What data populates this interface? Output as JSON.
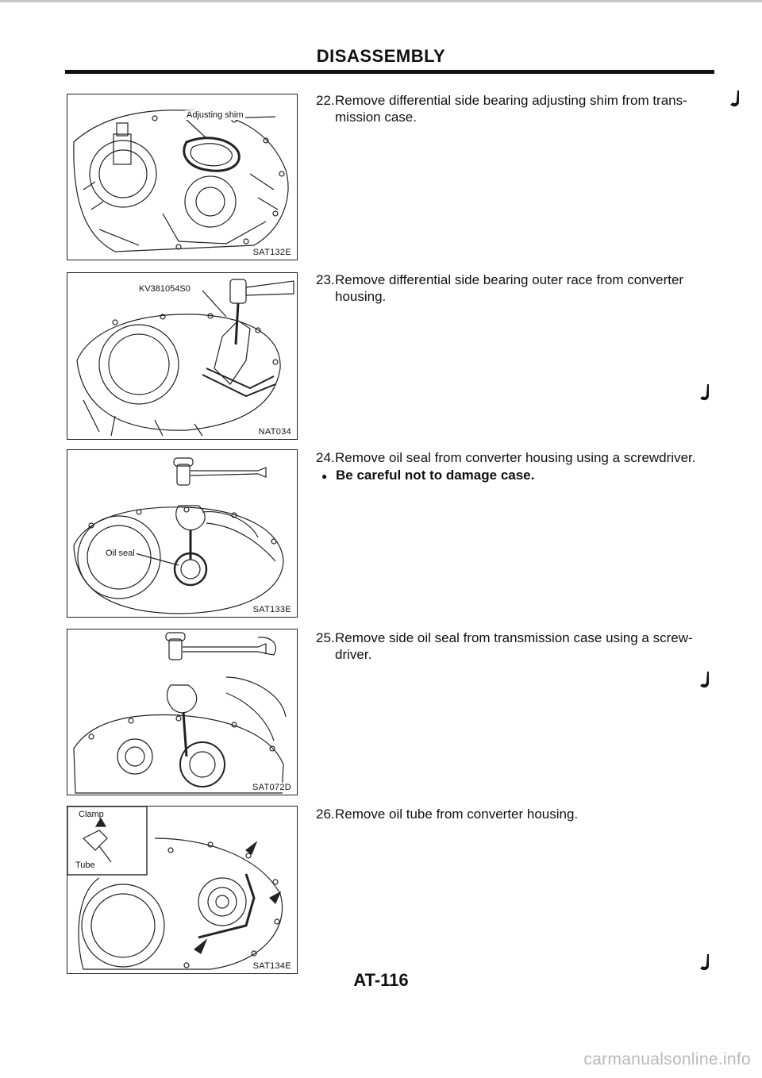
{
  "header": {
    "title": "DISASSEMBLY"
  },
  "figures": [
    {
      "code": "SAT132E",
      "callout": "Adjusting shim"
    },
    {
      "code": "NAT034",
      "callout": "KV381054S0"
    },
    {
      "code": "SAT133E",
      "callout": "Oil seal"
    },
    {
      "code": "SAT072D"
    },
    {
      "code": "SAT134E",
      "callout_top": "Clamp",
      "callout_bottom": "Tube"
    }
  ],
  "steps": [
    {
      "num": "22.",
      "line1": "Remove differential side bearing adjusting shim from trans-",
      "line2": "mission case."
    },
    {
      "num": "23.",
      "line1": "Remove differential side bearing outer race from converter",
      "line2": "housing."
    },
    {
      "num": "24.",
      "line1": "Remove oil seal from converter housing using a screwdriver.",
      "bullet": "Be careful not to damage case.",
      "bullet_symbol": "●"
    },
    {
      "num": "25.",
      "line1": "Remove side oil seal from transmission case using a screw-",
      "line2": "driver."
    },
    {
      "num": "26.",
      "line1": "Remove oil tube from converter housing."
    }
  ],
  "footer": {
    "page": "AT-116",
    "watermark": "carmanualsonline.info"
  }
}
